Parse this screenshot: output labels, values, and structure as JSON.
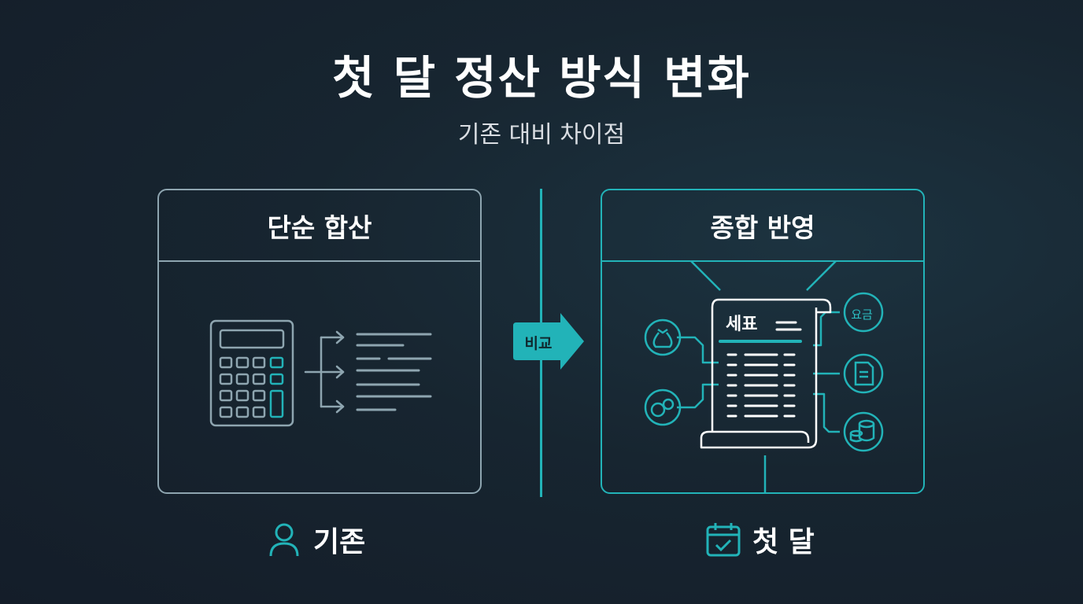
{
  "title": "첫 달 정산 방식 변화",
  "subtitle": "기존 대비 차이점",
  "left_panel": {
    "header": "단순 합산",
    "footer": "기존",
    "icons": [
      "calculator-icon",
      "arrow-right-icon",
      "list-lines-icon"
    ]
  },
  "right_panel": {
    "header": "종합 반영",
    "footer": "첫 달",
    "receipt_title": "세표",
    "fee_label": "요금",
    "icons": [
      "receipt-icon",
      "money-bag-icon",
      "coins-icon",
      "document-icon",
      "coin-stack-icon"
    ]
  },
  "compare_label": "비교",
  "colors": {
    "accent": "#22b3b8",
    "left_border": "#8ea5b0",
    "background": "#172530"
  }
}
